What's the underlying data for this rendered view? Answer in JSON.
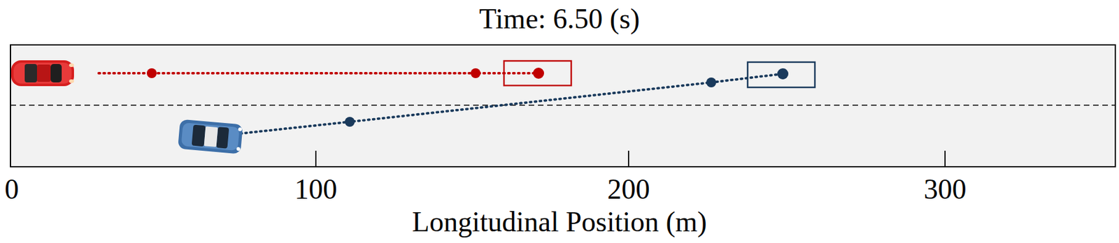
{
  "diagram": {
    "title": "Time: 6.50 (s)",
    "labels": [
      "0",
      "100",
      "200",
      "300",
      "Longitudinal Position (m)"
    ]
  }
}
